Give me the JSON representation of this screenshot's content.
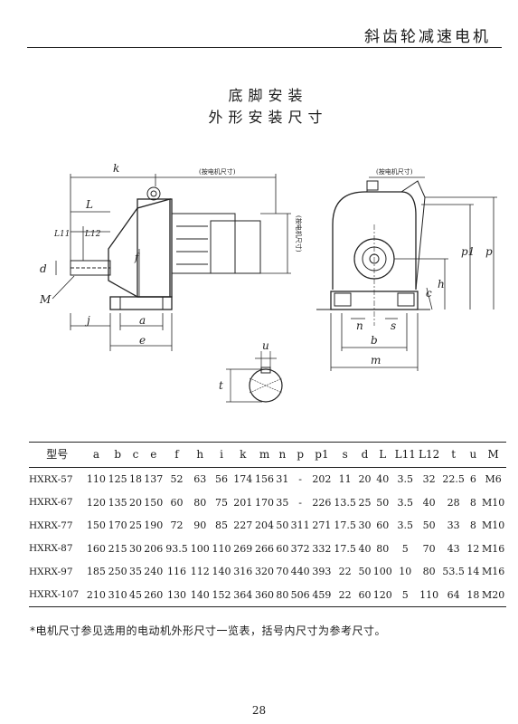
{
  "header": {
    "title": "斜齿轮减速电机"
  },
  "titles": {
    "line1": "底脚安装",
    "line2": "外形安装尺寸"
  },
  "diagram": {
    "labels": {
      "k": "k",
      "L": "L",
      "L11": "L11",
      "L12": "L12",
      "d": "d",
      "M": "M",
      "f": "f",
      "j": "j",
      "a": "a",
      "e": "e",
      "u": "u",
      "t": "t",
      "motor_size_top": "(按电机尺寸)",
      "motor_size_side": "(按电机尺寸)",
      "motor_size_end": "(按电机尺寸)",
      "p1": "p1",
      "p": "p",
      "h": "h",
      "c": "c",
      "n": "n",
      "s": "s",
      "b": "b",
      "m": "m"
    }
  },
  "table": {
    "headers": [
      "型号",
      "a",
      "b",
      "c",
      "e",
      "f",
      "h",
      "i",
      "k",
      "m",
      "n",
      "p",
      "p1",
      "s",
      "d",
      "L",
      "L11",
      "L12",
      "t",
      "u",
      "M"
    ],
    "rows": [
      [
        "HXRX-57",
        "110",
        "125",
        "18",
        "137",
        "52",
        "63",
        "56",
        "174",
        "156",
        "31",
        "-",
        "202",
        "11",
        "20",
        "40",
        "3.5",
        "32",
        "22.5",
        "6",
        "M6"
      ],
      [
        "HXRX-67",
        "120",
        "135",
        "20",
        "150",
        "60",
        "80",
        "75",
        "201",
        "170",
        "35",
        "-",
        "226",
        "13.5",
        "25",
        "50",
        "3.5",
        "40",
        "28",
        "8",
        "M10"
      ],
      [
        "HXRX-77",
        "150",
        "170",
        "25",
        "190",
        "72",
        "90",
        "85",
        "227",
        "204",
        "50",
        "311",
        "271",
        "17.5",
        "30",
        "60",
        "3.5",
        "50",
        "33",
        "8",
        "M10"
      ],
      [
        "HXRX-87",
        "160",
        "215",
        "30",
        "206",
        "93.5",
        "100",
        "110",
        "269",
        "266",
        "60",
        "372",
        "332",
        "17.5",
        "40",
        "80",
        "5",
        "70",
        "43",
        "12",
        "M16"
      ],
      [
        "HXRX-97",
        "185",
        "250",
        "35",
        "240",
        "116",
        "112",
        "140",
        "316",
        "320",
        "70",
        "440",
        "393",
        "22",
        "50",
        "100",
        "10",
        "80",
        "53.5",
        "14",
        "M16"
      ],
      [
        "HXRX-107",
        "210",
        "310",
        "45",
        "260",
        "130",
        "140",
        "152",
        "364",
        "360",
        "80",
        "506",
        "459",
        "22",
        "60",
        "120",
        "5",
        "110",
        "64",
        "18",
        "M20"
      ]
    ]
  },
  "footnote": "*电机尺寸参见选用的电动机外形尺寸一览表，括号内尺寸为参考尺寸。",
  "page_number": "28"
}
